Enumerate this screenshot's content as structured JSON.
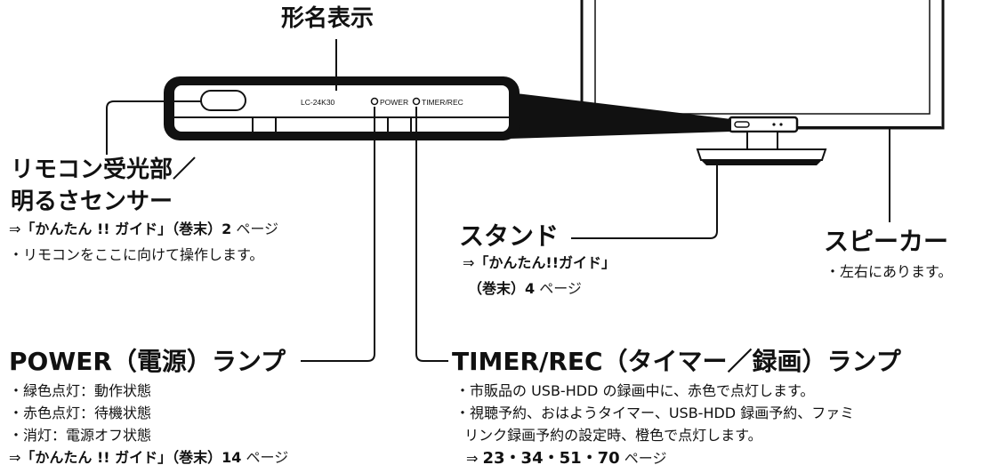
{
  "labels": {
    "model_display": "形名表示",
    "remote_title_line1": "リモコン受光部／",
    "remote_title_line2": "明るさセンサー",
    "remote_ref_arrow": "⇒",
    "remote_ref_bold": "「かんたん !! ガイド」（巻末）2",
    "remote_ref_page": "ページ",
    "remote_note": "・リモコンをここに向けて操作します。",
    "stand_title": "スタンド",
    "stand_ref_arrow": "⇒",
    "stand_ref_bold1": "「かんたん!!ガイド」",
    "stand_ref_bold2": "（巻末）4",
    "stand_ref_page": "ページ",
    "speaker_title": "スピーカー",
    "speaker_note": "・左右にあります。",
    "power_title": "POWER（電源）ランプ",
    "power_notes": [
      "・緑色点灯：動作状態",
      "・赤色点灯：待機状態",
      "・消灯：電源オフ状態"
    ],
    "power_ref_arrow": "⇒",
    "power_ref_bold": "「かんたん !! ガイド」（巻末）14",
    "power_ref_page": "ページ",
    "timer_title": "TIMER/REC（タイマー／録画）ランプ",
    "timer_notes": [
      "・市販品の USB-HDD の録画中に、赤色で点灯します。",
      "・視聴予約、おはようタイマー、USB-HDD 録画予約、ファミ",
      "  リンク録画予約の設定時、橙色で点灯します。"
    ],
    "timer_ref_arrow": "⇒",
    "timer_ref_bold": "23・34・51・70",
    "timer_ref_page": "ページ"
  },
  "panel": {
    "model": "LC-24K30",
    "power_label": "POWER",
    "timer_label": "TIMER/REC"
  }
}
